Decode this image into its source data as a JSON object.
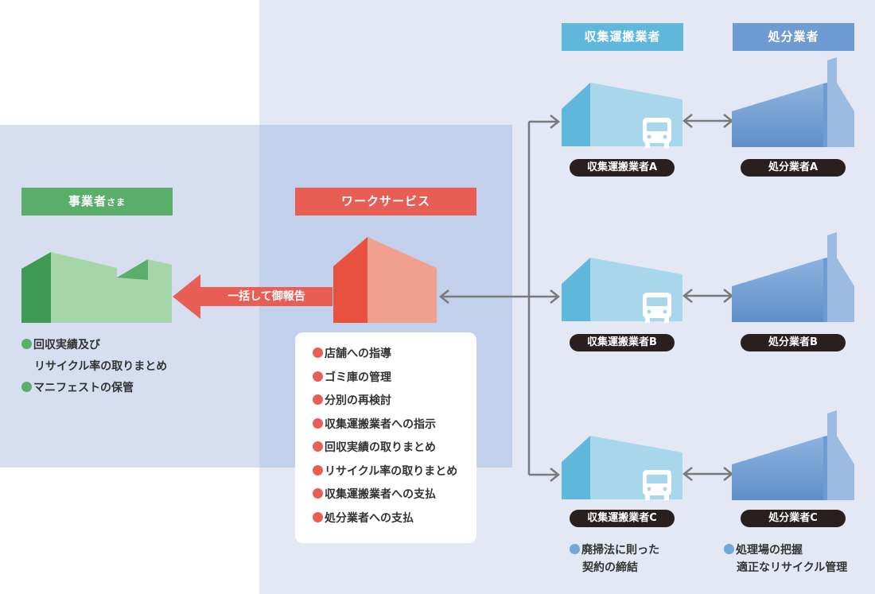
{
  "headers": {
    "client_main": "事業者",
    "client_suffix": "さま",
    "work_service": "ワークサービス",
    "collection": "収集運搬業者",
    "disposal": "処分業者"
  },
  "report_arrow_label": "一括して御報告",
  "client_notes": [
    "回収実績及び",
    "リサイクル率の取りまとめ",
    "マニフェストの保管"
  ],
  "work_tasks": [
    "店舗への指導",
    "ゴミ庫の管理",
    "分別の再検討",
    "収集運搬業者への指示",
    "回収実績の取りまとめ",
    "リサイクル率の取りまとめ",
    "収集運搬業者への支払",
    "処分業者への支払"
  ],
  "collectors": [
    {
      "label": "収集運搬業者A"
    },
    {
      "label": "収集運搬業者B"
    },
    {
      "label": "収集運搬業者C"
    }
  ],
  "disposers": [
    {
      "label": "処分業者A"
    },
    {
      "label": "処分業者B"
    },
    {
      "label": "処分業者C"
    }
  ],
  "collector_notes": [
    "廃掃法に則った",
    "契約の締結"
  ],
  "disposer_notes": [
    "処理場の把握",
    "適正なリサイクル管理"
  ],
  "colors": {
    "client": "#5aae6a",
    "work_service": "#e85e55",
    "collection": "#5fb8dc",
    "disposal": "#6e9bd1"
  }
}
